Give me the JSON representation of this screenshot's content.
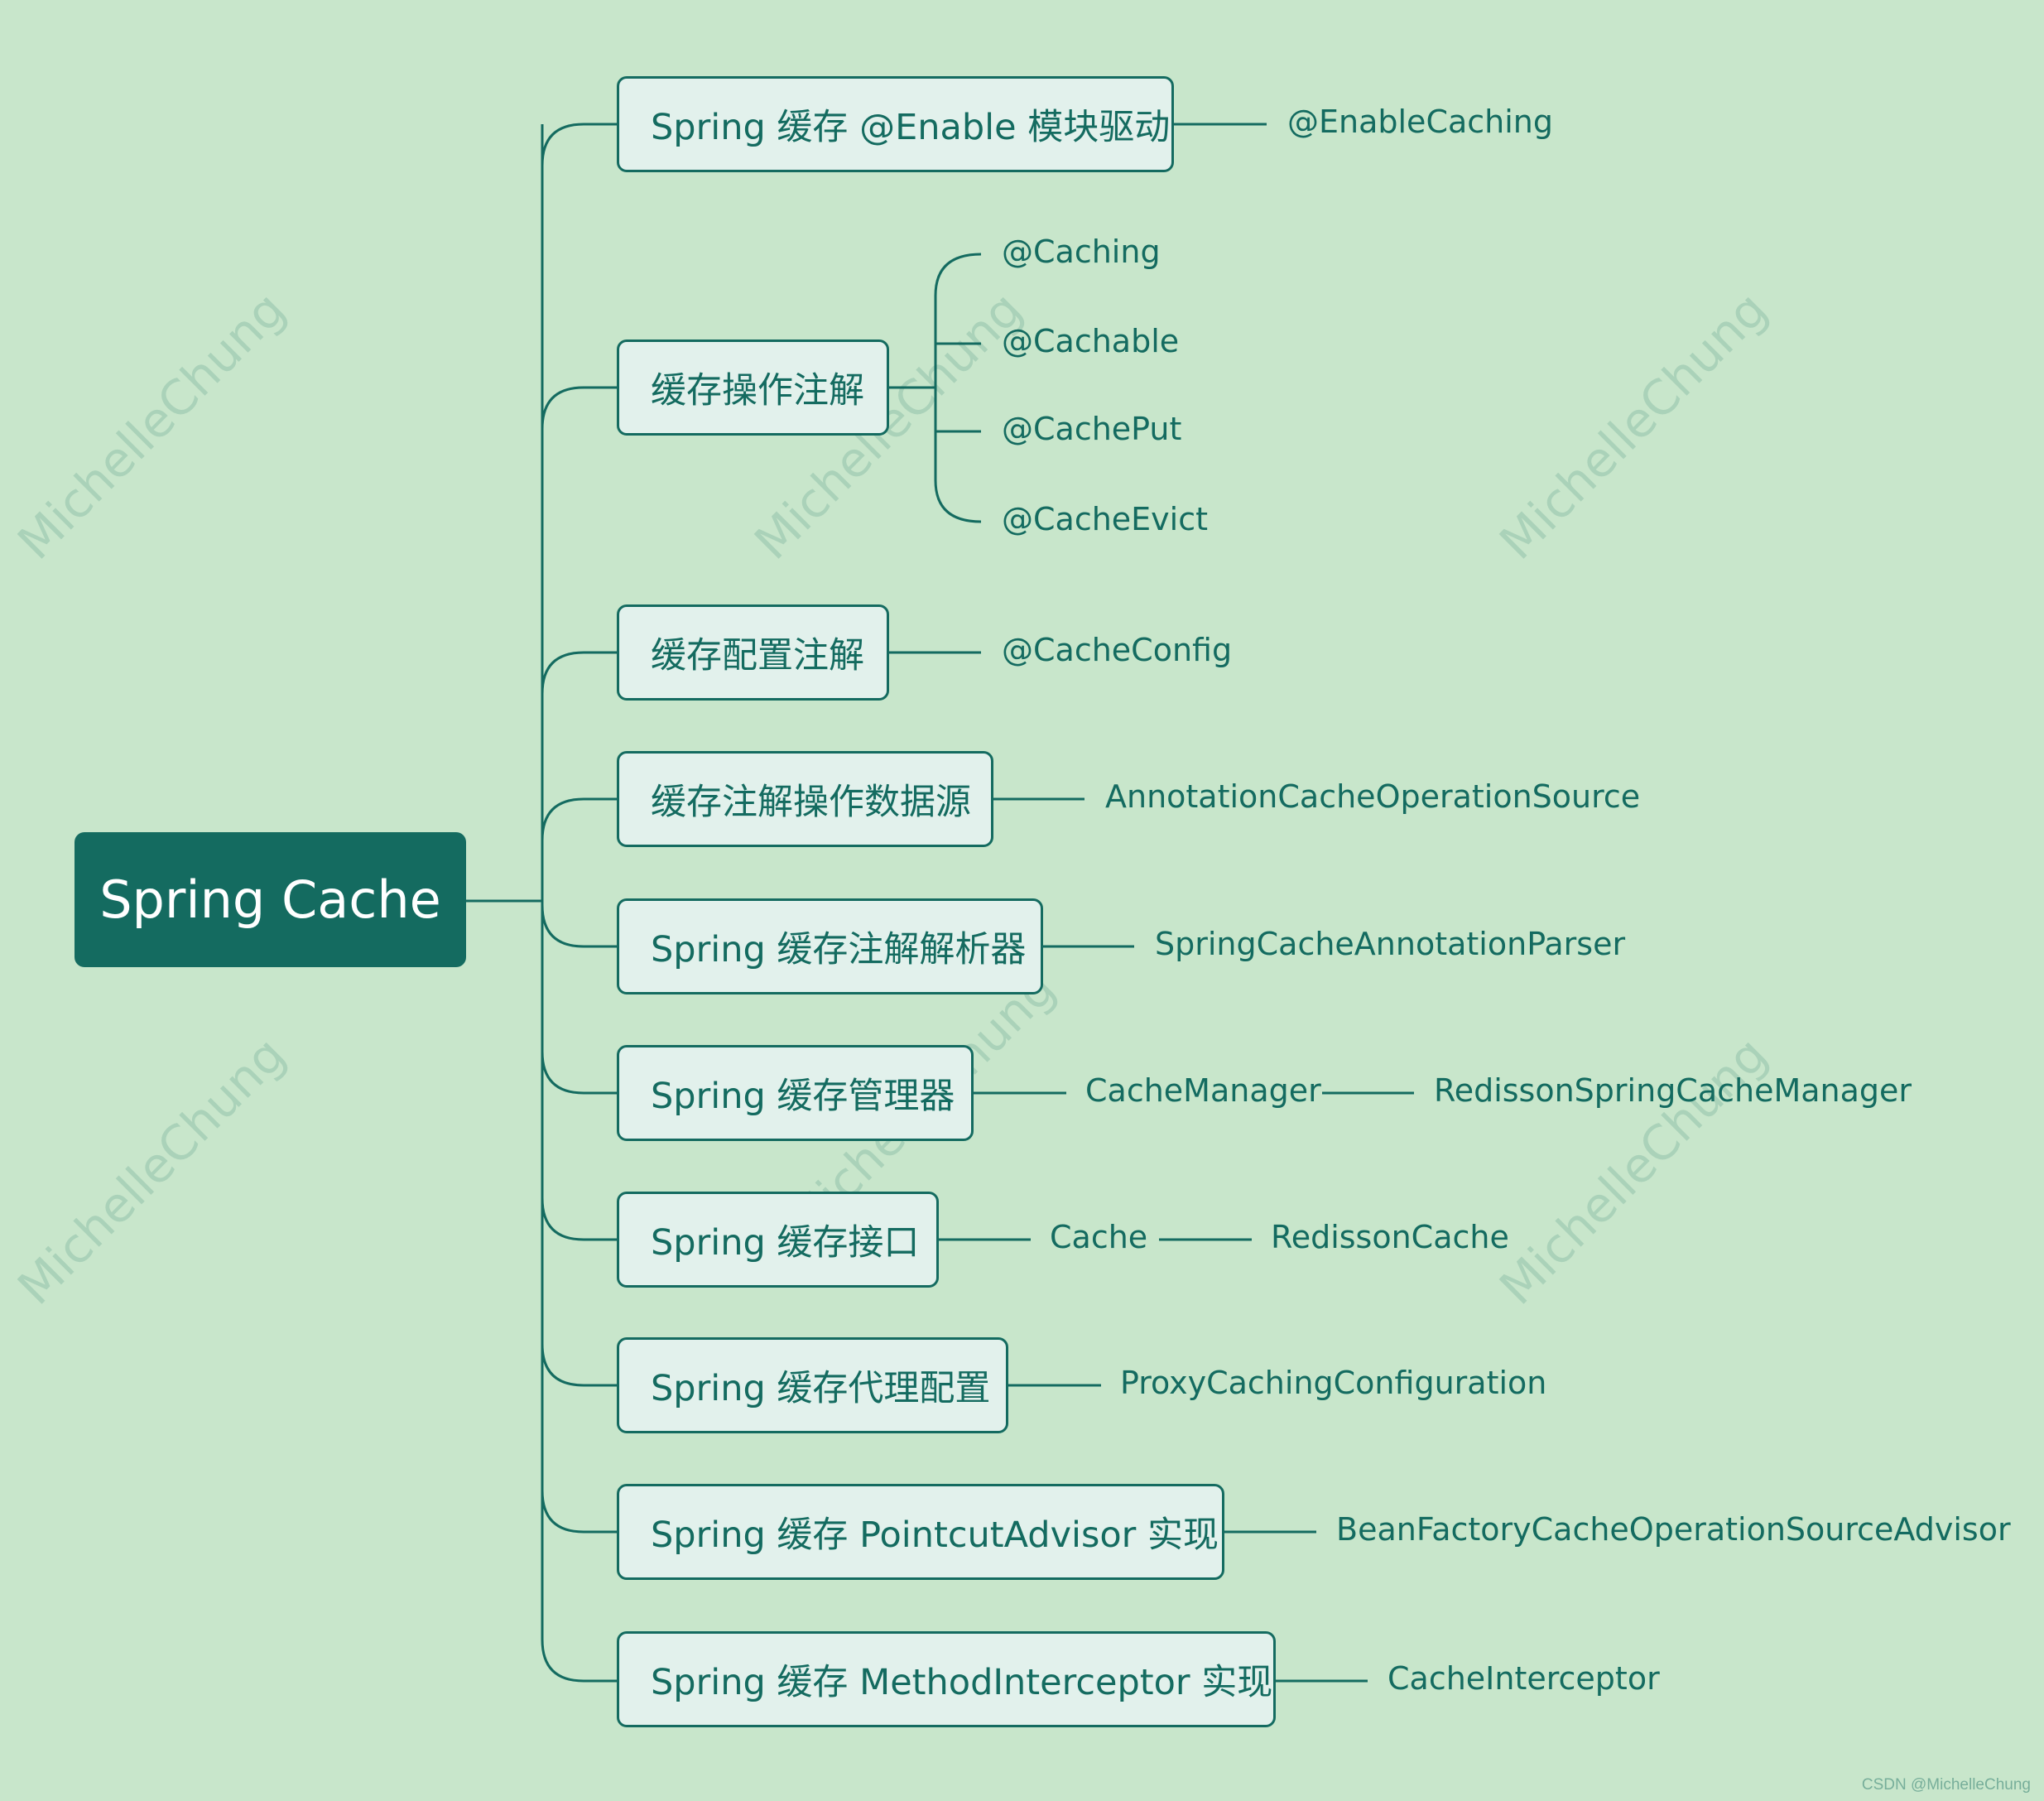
{
  "root": {
    "label": "Spring Cache"
  },
  "branches": [
    {
      "label": "Spring 缓存 @Enable 模块驱动",
      "children": [
        "@EnableCaching"
      ]
    },
    {
      "label": "缓存操作注解",
      "children": [
        "@Caching",
        "@Cachable",
        "@CachePut",
        "@CacheEvict"
      ]
    },
    {
      "label": "缓存配置注解",
      "children": [
        "@CacheConfig"
      ]
    },
    {
      "label": "缓存注解操作数据源",
      "children": [
        "AnnotationCacheOperationSource"
      ]
    },
    {
      "label": "Spring 缓存注解解析器",
      "children": [
        "SpringCacheAnnotationParser"
      ]
    },
    {
      "label": "Spring 缓存管理器",
      "children": [
        "CacheManager",
        "RedissonSpringCacheManager"
      ]
    },
    {
      "label": "Spring 缓存接口",
      "children": [
        "Cache",
        "RedissonCache"
      ]
    },
    {
      "label": "Spring 缓存代理配置",
      "children": [
        "ProxyCachingConfiguration"
      ]
    },
    {
      "label": "Spring 缓存 PointcutAdvisor 实现",
      "children": [
        "BeanFactoryCacheOperationSourceAdvisor"
      ]
    },
    {
      "label": "Spring 缓存 MethodInterceptor 实现",
      "children": [
        "CacheInterceptor"
      ]
    }
  ],
  "watermark": "MichelleChung",
  "credit": "CSDN @MichelleChung",
  "colors": {
    "background": "#c8e6cb",
    "accent": "#146b60",
    "node_fill": "#e2f1ec"
  }
}
